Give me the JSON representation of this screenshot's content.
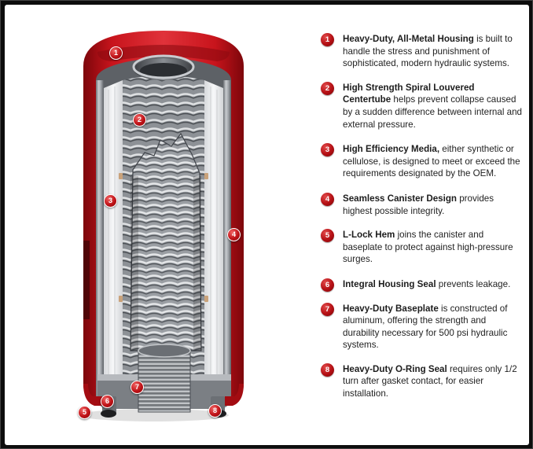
{
  "features": [
    {
      "num": "1",
      "lead": "Heavy-Duty, All-Metal Housing",
      "rest": " is built to handle the stress and punishment of sophisticated, modern hydraulic systems."
    },
    {
      "num": "2",
      "lead": "High Strength Spiral Louvered Centertube",
      "rest": " helps prevent collapse caused by a sudden difference between internal and external pressure."
    },
    {
      "num": "3",
      "lead": "High Efficiency Media,",
      "rest": " either synthetic or cellulose, is designed to meet or exceed the requirements designated by the OEM."
    },
    {
      "num": "4",
      "lead": "Seamless Canister Design",
      "rest": " provides highest possible integrity."
    },
    {
      "num": "5",
      "lead": "L-Lock Hem",
      "rest": " joins the canister and baseplate to protect against high-pressure surges."
    },
    {
      "num": "6",
      "lead": "Integral Housing Seal",
      "rest": " prevents leakage."
    },
    {
      "num": "7",
      "lead": "Heavy-Duty Baseplate",
      "rest": " is constructed of aluminum, offering the strength and durability necessary for 500 psi hydraulic systems."
    },
    {
      "num": "8",
      "lead": "Heavy-Duty O-Ring Seal",
      "rest": " requires only 1/2 turn after gasket contact, for easier installation."
    }
  ],
  "callouts": [
    "1",
    "2",
    "3",
    "4",
    "5",
    "6",
    "7",
    "8"
  ],
  "colors": {
    "housing_red": "#c8141c",
    "badge_red": "#b40f14",
    "metal_gray": "#a9adb2",
    "media_white": "#f2f3f4"
  }
}
